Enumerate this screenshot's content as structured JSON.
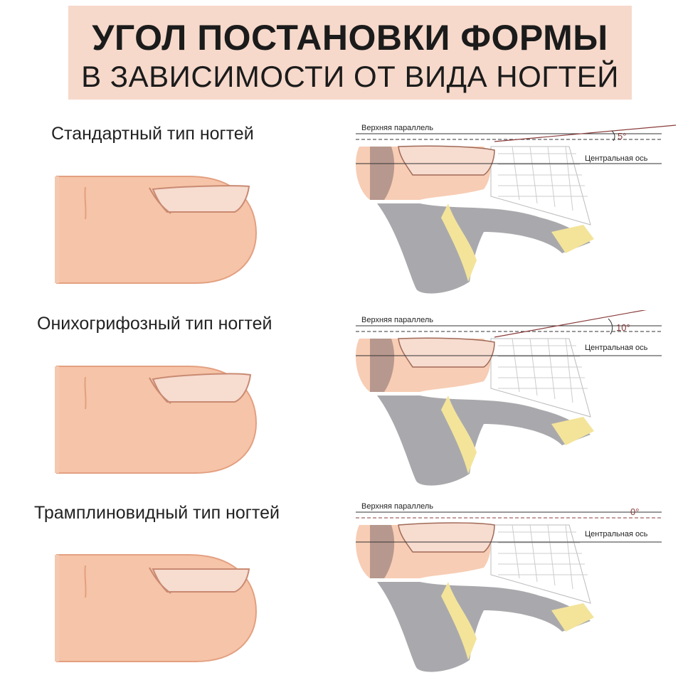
{
  "header": {
    "title": "УГОЛ ПОСТАНОВКИ ФОРМЫ",
    "subtitle": "В ЗАВИСИМОСТИ ОТ ВИДА НОГТЕЙ"
  },
  "rows": [
    {
      "type_label": "Стандартный тип ногтей",
      "upper_parallel_label": "Верхняя параллель",
      "central_axis_label": "Центральная ось",
      "angle_label": "5°",
      "angle_degrees": 5
    },
    {
      "type_label": "Онихогрифозный тип ногтей",
      "upper_parallel_label": "Верхняя параллель",
      "central_axis_label": "Центральная ось",
      "angle_label": "10°",
      "angle_degrees": 10
    },
    {
      "type_label": "Трамплиновидный тип ногтей",
      "upper_parallel_label": "Верхняя параллель",
      "central_axis_label": "Центральная ось",
      "angle_label": "0°",
      "angle_degrees": 0
    }
  ],
  "colors": {
    "banner": "#f6d9cb",
    "skin": "#f6c4a8",
    "skin_dark": "#e8a988",
    "nail": "#f7dcd0",
    "form_gray": "#a9a9ad",
    "form_yellow": "#f3e49a",
    "angle_line": "#8a3b3b"
  }
}
